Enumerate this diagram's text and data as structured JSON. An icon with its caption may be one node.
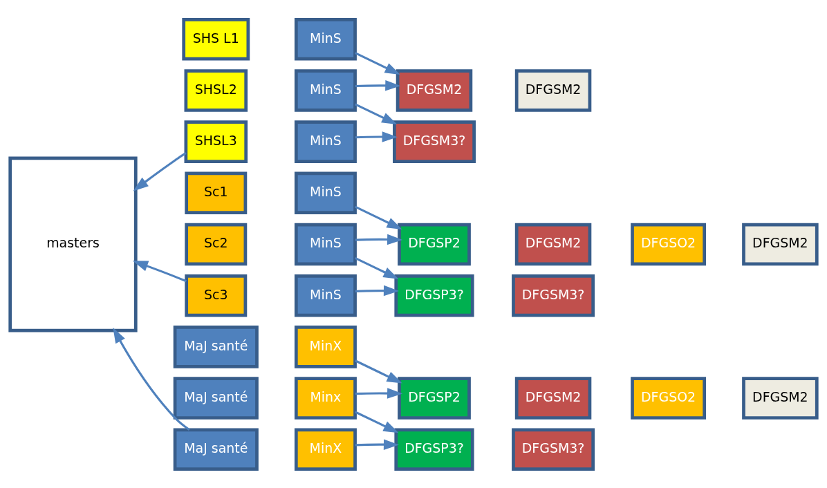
{
  "diagram": {
    "nodes": [
      {
        "text": [
          "masters"
        ]
      },
      {
        "text": [
          "SHS L1"
        ]
      },
      {
        "text": [
          "MinS"
        ]
      },
      {
        "text": [
          "SHSL2"
        ]
      },
      {
        "text": [
          "MinS"
        ]
      },
      {
        "text": [
          "DFGSM2"
        ]
      },
      {
        "text": [
          "DFGSM2"
        ]
      },
      {
        "text": [
          "SHSL3"
        ]
      },
      {
        "text": [
          "MinS"
        ]
      },
      {
        "text": [
          "DFGSM3?"
        ]
      },
      {
        "text": [
          "Sc1"
        ]
      },
      {
        "text": [
          "MinS"
        ]
      },
      {
        "text": [
          "Sc2"
        ]
      },
      {
        "text": [
          "MinS"
        ]
      },
      {
        "text": [
          "DFGSP2"
        ]
      },
      {
        "text": [
          "DFGSM2"
        ]
      },
      {
        "text": [
          "DFGSO2"
        ]
      },
      {
        "text": [
          "DFGSM2"
        ]
      },
      {
        "text": [
          "Sc3"
        ]
      },
      {
        "text": [
          "MinS"
        ]
      },
      {
        "text": [
          "DFGSP3?"
        ]
      },
      {
        "text": [
          "DFGSM3?"
        ]
      },
      {
        "text": [
          "MaJ santé"
        ]
      },
      {
        "text": [
          "MinX"
        ]
      },
      {
        "text": [
          "MaJ santé"
        ]
      },
      {
        "text": [
          "Minx"
        ]
      },
      {
        "text": [
          "DFGSP2"
        ]
      },
      {
        "text": [
          "DFGSM2"
        ]
      },
      {
        "text": [
          "DFGSO2"
        ]
      },
      {
        "text": [
          "DFGSM2"
        ]
      },
      {
        "text": [
          "MaJ santé"
        ]
      },
      {
        "text": [
          "MinX"
        ]
      },
      {
        "text": [
          "DFGSP3?"
        ]
      },
      {
        "text": [
          "DFGSM3?"
        ]
      }
    ],
    "edges": [
      {
        "from": 2,
        "to": 5,
        "arrow": "to"
      },
      {
        "from": 4,
        "to": 5,
        "arrow": "to"
      },
      {
        "from": 4,
        "to": 9,
        "arrow": "to"
      },
      {
        "from": 8,
        "to": 9,
        "arrow": "to"
      },
      {
        "from": 7,
        "to": 0,
        "arrow": "to"
      },
      {
        "from": 11,
        "to": 14,
        "arrow": "to"
      },
      {
        "from": 13,
        "to": 14,
        "arrow": "to"
      },
      {
        "from": 13,
        "to": 20,
        "arrow": "to"
      },
      {
        "from": 19,
        "to": 20,
        "arrow": "to"
      },
      {
        "from": 18,
        "to": 0,
        "arrow": "to"
      },
      {
        "from": 23,
        "to": 26,
        "arrow": "to"
      },
      {
        "from": 25,
        "to": 26,
        "arrow": "to"
      },
      {
        "from": 25,
        "to": 32,
        "arrow": "to"
      },
      {
        "from": 31,
        "to": 32,
        "arrow": "to"
      },
      {
        "from": 30,
        "to": 0,
        "arrow": "to"
      }
    ]
  }
}
